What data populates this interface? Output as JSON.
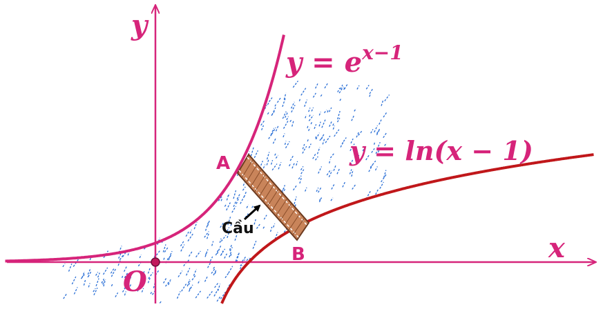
{
  "axes": {
    "x_label": "x",
    "y_label": "y",
    "origin_label": "O"
  },
  "curves": {
    "exp": {
      "label_main": "y = e",
      "label_exp": "x−1",
      "color": "#d6247a"
    },
    "log": {
      "label": "y = ln(x − 1)",
      "color": "#c0171a"
    }
  },
  "points": {
    "a": "A",
    "b": "B"
  },
  "bridge": {
    "label": "Cầu",
    "fill": "#c9845a",
    "stroke": "#6b3a1f"
  },
  "colors": {
    "axis": "#d6247a",
    "water": "#2a6fd6",
    "text": "#d6247a"
  }
}
